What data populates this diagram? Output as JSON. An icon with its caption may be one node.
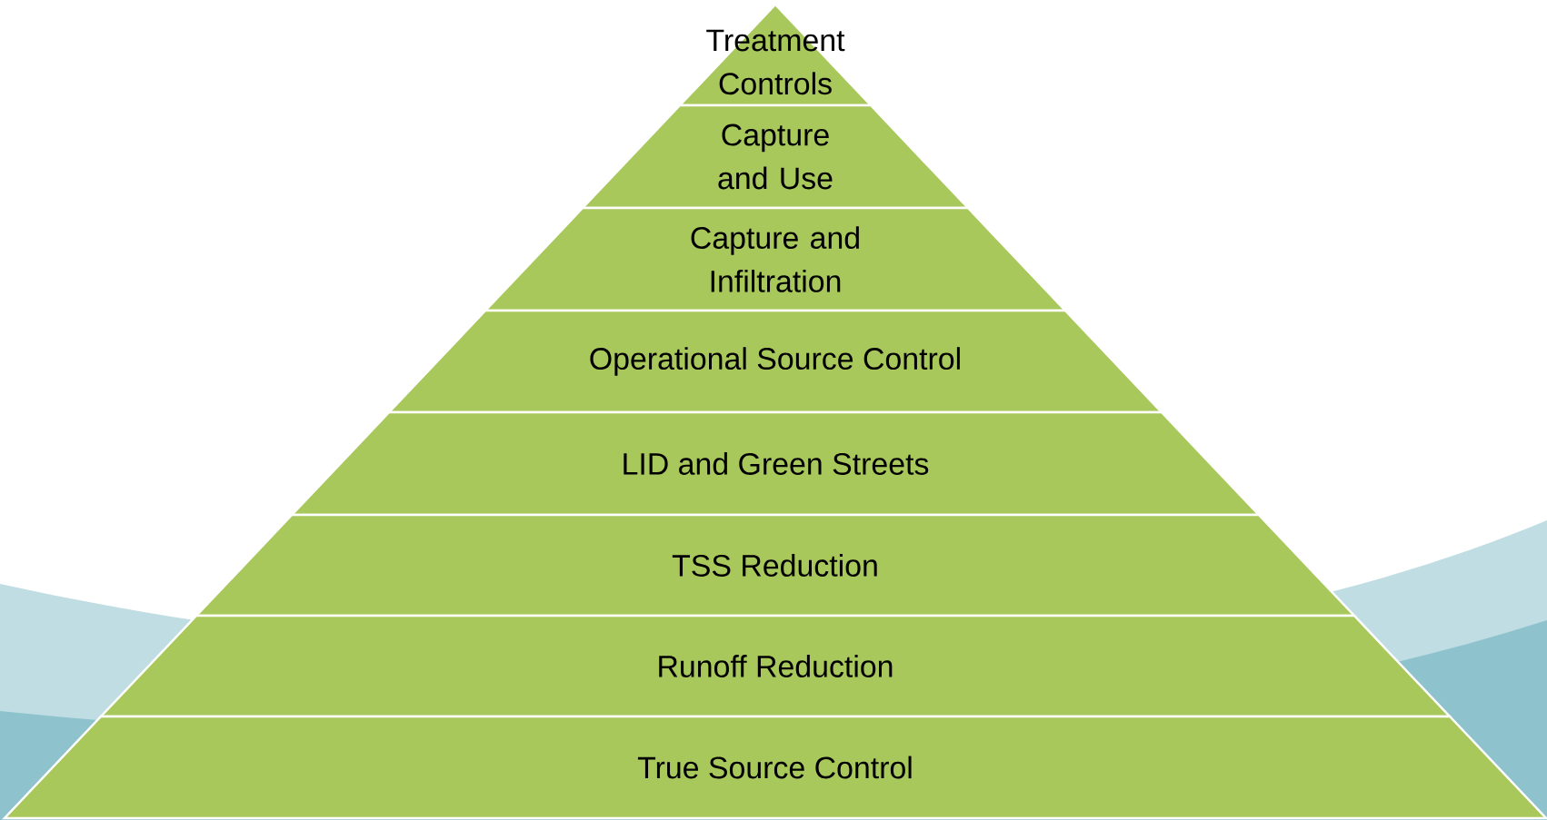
{
  "diagram": {
    "nodes": [
      {
        "text": [
          "Treatment Controls"
        ]
      },
      {
        "text": [
          "Capture and Use"
        ]
      },
      {
        "text": [
          "Capture and Infiltration"
        ]
      },
      {
        "text": [
          "Operational Source Control"
        ]
      },
      {
        "text": [
          "LID and Green Streets"
        ]
      },
      {
        "text": [
          "TSS Reduction"
        ]
      },
      {
        "text": [
          "Runoff Reduction"
        ]
      },
      {
        "text": [
          "True Source Control"
        ]
      }
    ]
  }
}
